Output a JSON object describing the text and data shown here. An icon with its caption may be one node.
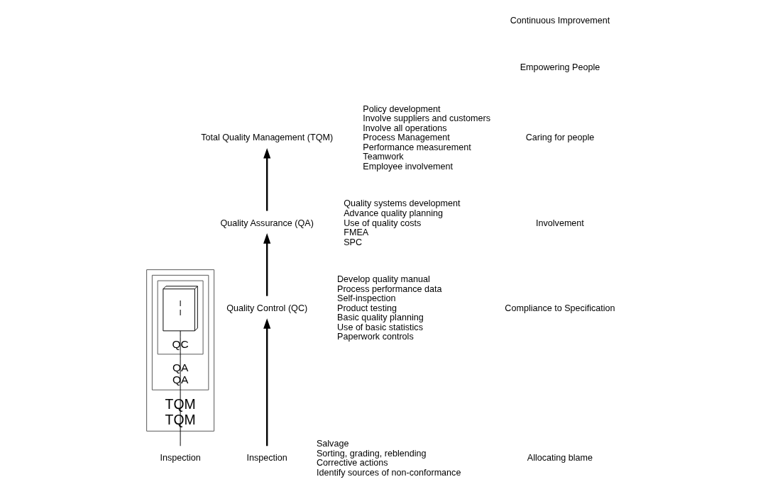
{
  "diagram": {
    "nodes": [
      {
        "text": [
          "TQM",
          "TQM"
        ]
      },
      {
        "text": [
          "QA",
          "QA"
        ],
        "in": 0
      },
      {
        "text": [
          "QC"
        ],
        "in": 1
      },
      {
        "text": [
          "I",
          "I"
        ],
        "in": 2
      },
      {
        "text": [
          "Inspection"
        ]
      },
      {
        "text": [
          "Inspection"
        ],
        "beside": [
          "Salvage",
          "Sorting, grading, reblending",
          "Corrective actions",
          "Identify sources of non-conformance"
        ]
      },
      {
        "text": [
          "Quality Control (QC)"
        ],
        "beside": [
          "Develop quality manual",
          "Process performance data",
          "Self-inspection",
          "Product testing",
          "Basic quality planning",
          "Use of basic statistics",
          "Paperwork controls"
        ]
      },
      {
        "text": [
          "Quality Assurance (QA)"
        ],
        "beside": [
          "Quality systems development",
          "Advance quality planning",
          "Use of quality costs",
          "FMEA",
          "SPC"
        ]
      },
      {
        "text": [
          "Total Quality Management (TQM)"
        ],
        "beside": [
          "Policy development",
          "Involve suppliers and customers",
          "Involve all operations",
          "Process Management",
          "Performance measurement",
          "Teamwork",
          "Employee involvement"
        ]
      }
    ],
    "edges": [
      {
        "from": 4,
        "to": 3,
        "arrow": "none"
      },
      {
        "from": 5,
        "to": 6,
        "arrow": "to"
      },
      {
        "from": 6,
        "to": 7,
        "arrow": "to"
      },
      {
        "from": 7,
        "to": 8,
        "arrow": "to"
      }
    ],
    "labels": [
      "Continuous Improvement",
      "Empowering People",
      "Caring for people",
      "Involvement",
      "Compliance to Specification",
      "Allocating blame"
    ]
  }
}
